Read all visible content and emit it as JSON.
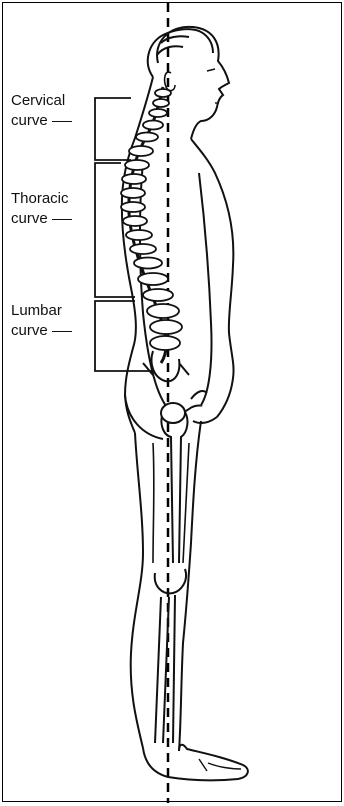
{
  "labels": {
    "cervical": {
      "line1": "Cervical",
      "line2": "curve"
    },
    "thoracic": {
      "line1": "Thoracic",
      "line2": "curve"
    },
    "lumbar": {
      "line1": "Lumbar",
      "line2": "curve"
    }
  },
  "colors": {
    "ink": "#111111",
    "background": "#ffffff",
    "plumb_line": "#000000"
  }
}
